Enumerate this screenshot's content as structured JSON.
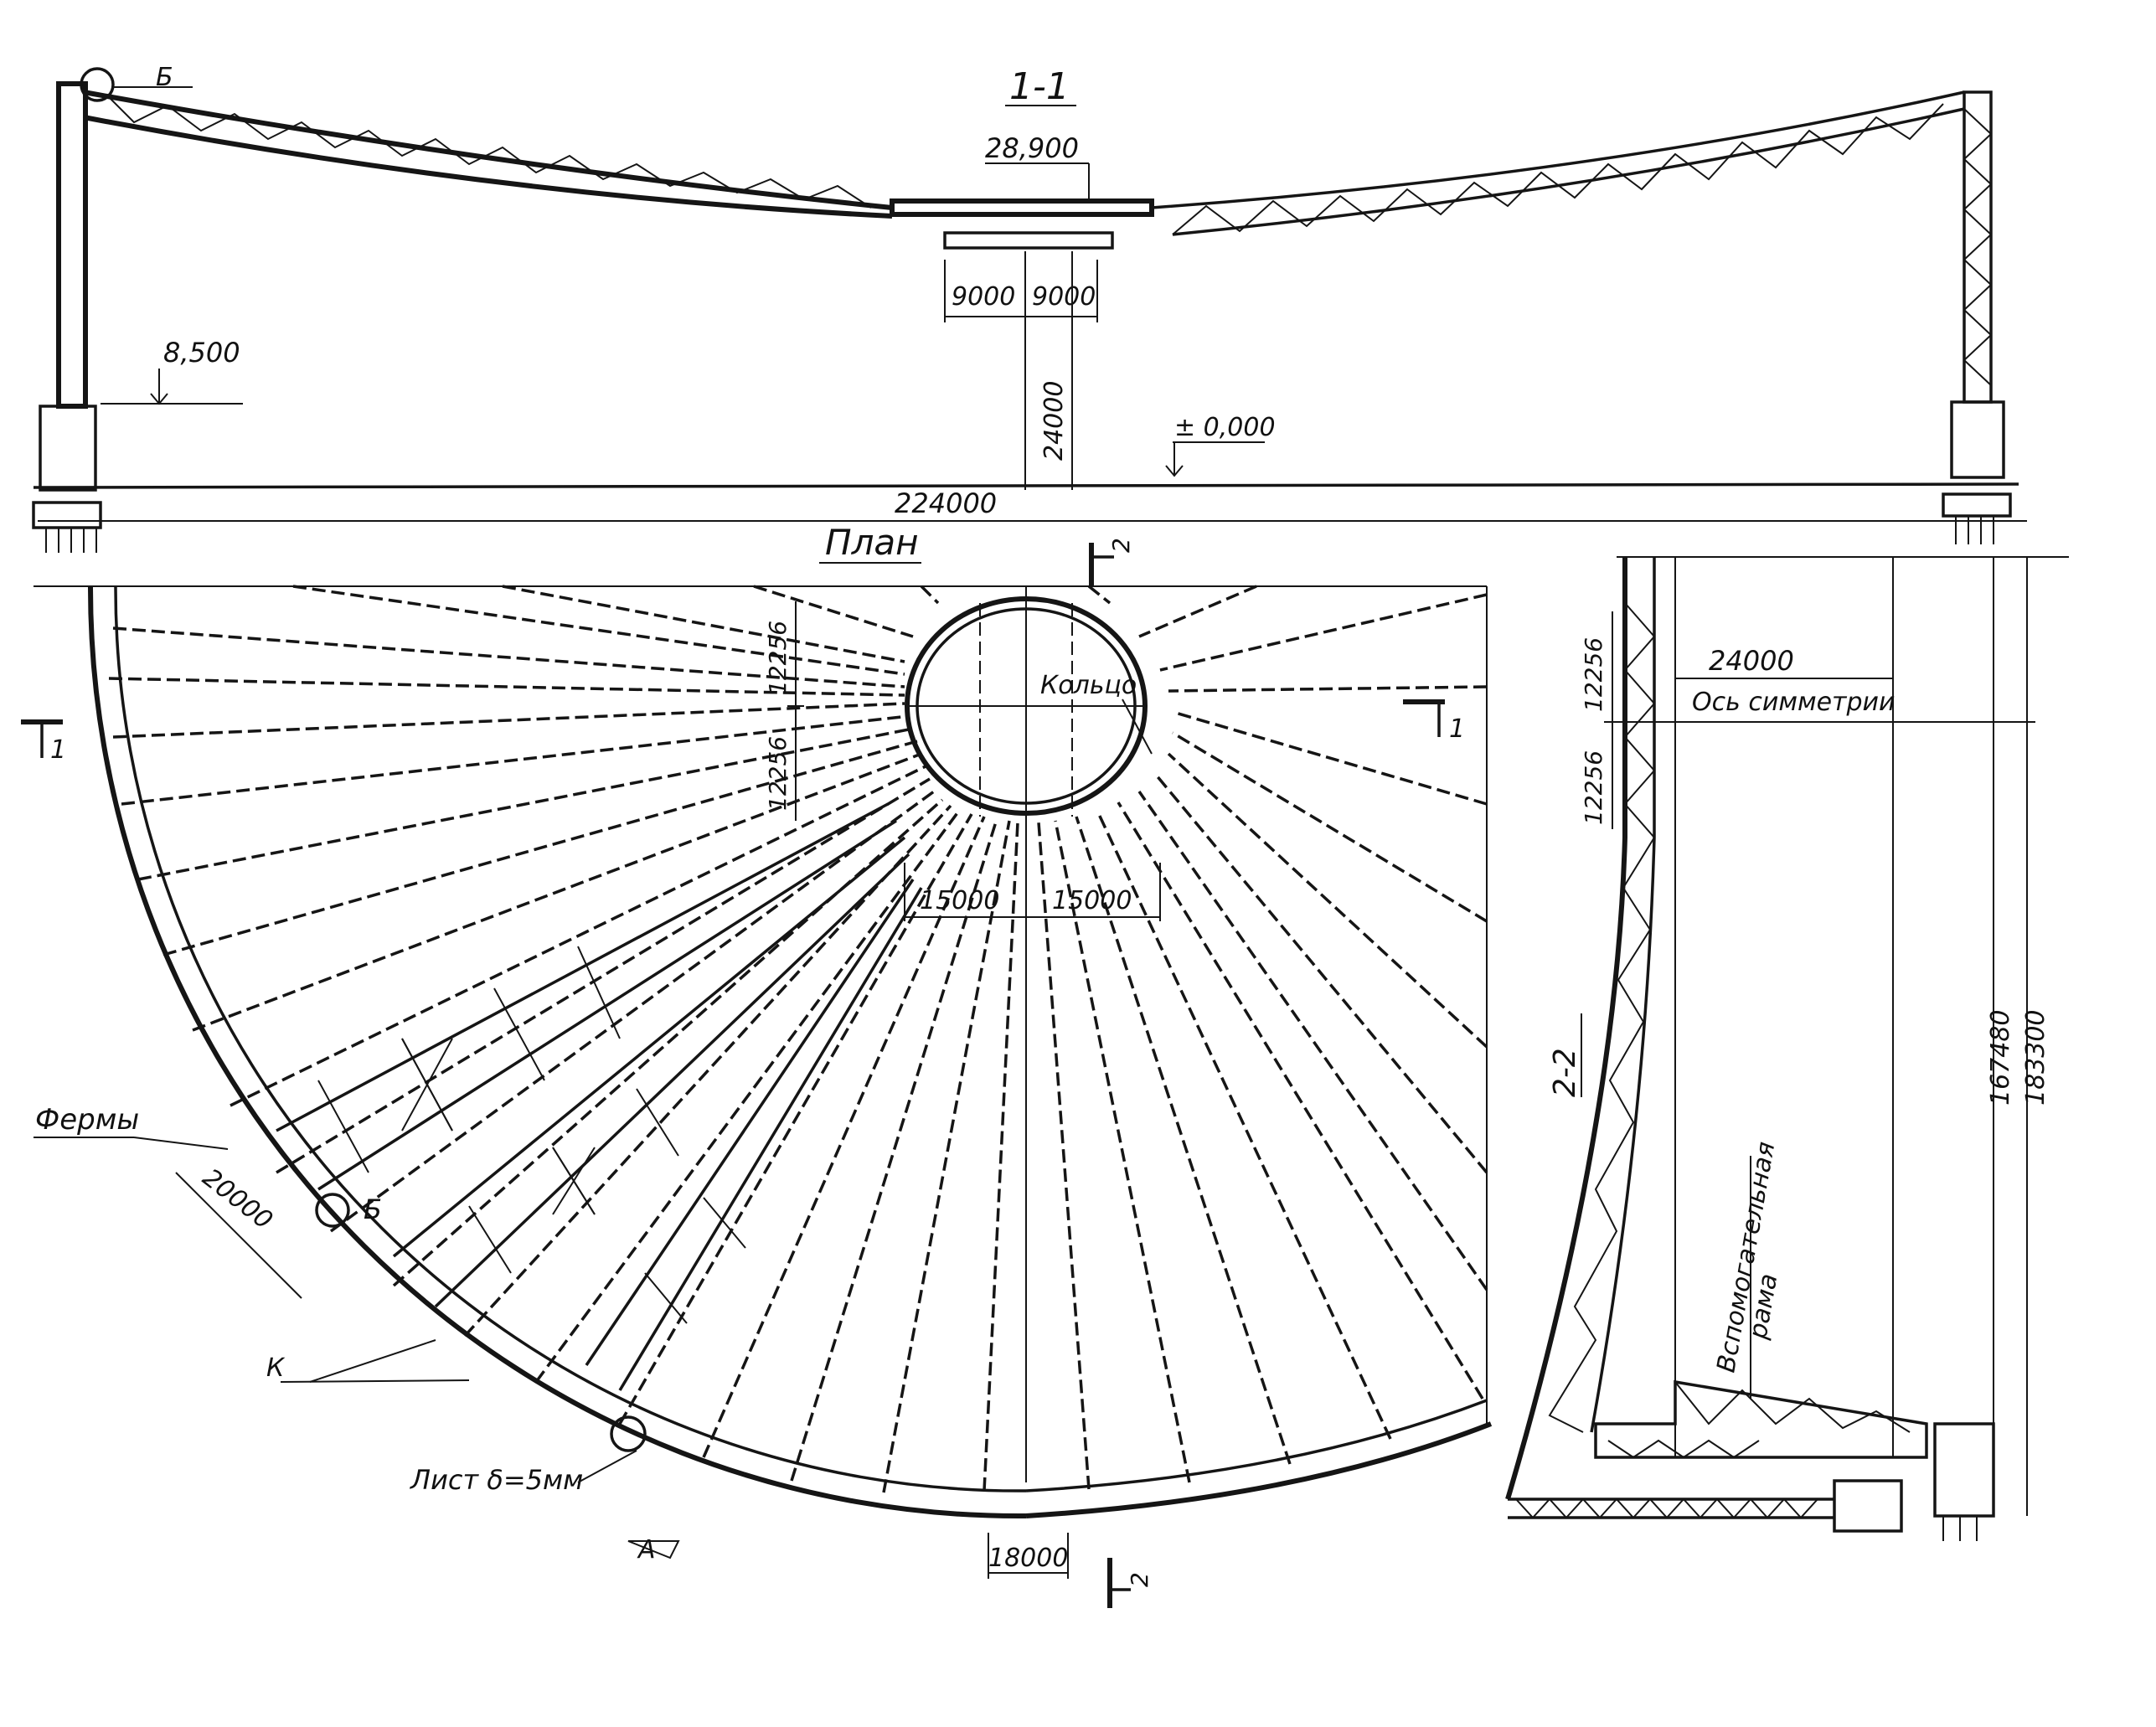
{
  "colors": {
    "ink": "#151515",
    "paper": "#ffffff"
  },
  "section_1_1": {
    "title": "1-1",
    "detail_mark": "Б",
    "elev_top": "28,900",
    "elev_mid": "8,500",
    "elev_zero": "± 0,000",
    "dim_left": "9000",
    "dim_right": "9000",
    "dim_height": "24000",
    "dim_span": "224000"
  },
  "plan": {
    "title": "План",
    "ring_label": "Кольцо",
    "section_mark_1": "1",
    "section_mark_2": "2",
    "dim_ring_up": "12256",
    "dim_ring_down": "12256",
    "dim_15_left": "15000",
    "dim_15_right": "15000",
    "trusses_label": "Фермы",
    "dim_20000": "20000",
    "detail_b": "Б",
    "node_k": "К",
    "sheet_label": "Лист δ=5мм",
    "node_a": "А",
    "dim_18000": "18000"
  },
  "section_2_2": {
    "title": "2-2",
    "dim_12256_top": "12256",
    "dim_12256_bottom": "12256",
    "dim_24000": "24000",
    "axis_label": "Ось симметрии",
    "frame_label_1": "Вспомогательная",
    "frame_label_2": "рама",
    "dim_167480": "167480",
    "dim_183300": "183300"
  }
}
